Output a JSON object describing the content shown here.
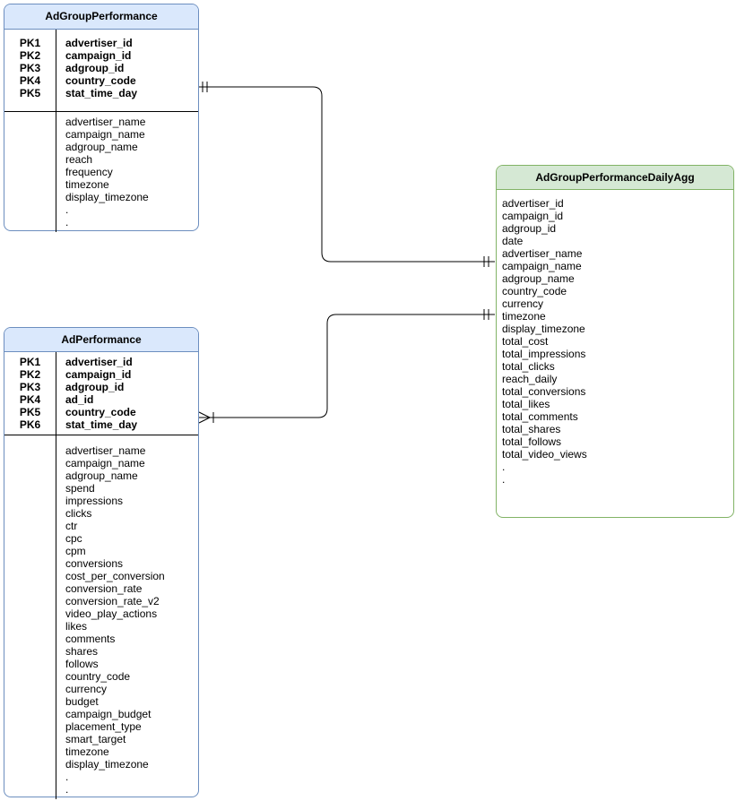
{
  "diagram": {
    "type": "entity-relationship",
    "colors": {
      "blue_fill": "#dae8fc",
      "blue_stroke": "#6c8ebf",
      "green_fill": "#d5e8d4",
      "green_stroke": "#82b366",
      "edge_line": "#000000",
      "background": "#ffffff"
    },
    "entities": [
      {
        "title": "AdGroupPerformance",
        "theme": "blue",
        "primary_keys": [
          {
            "key": "PK1",
            "field": "advertiser_id"
          },
          {
            "key": "PK2",
            "field": "campaign_id"
          },
          {
            "key": "PK3",
            "field": "adgroup_id"
          },
          {
            "key": "PK4",
            "field": "country_code"
          },
          {
            "key": "PK5",
            "field": "stat_time_day"
          }
        ],
        "attributes": [
          "advertiser_name",
          "campaign_name",
          "adgroup_name",
          "reach",
          "frequency",
          "timezone",
          "display_timezone",
          ".",
          "."
        ]
      },
      {
        "title": "AdPerformance",
        "theme": "blue",
        "primary_keys": [
          {
            "key": "PK1",
            "field": "advertiser_id"
          },
          {
            "key": "PK2",
            "field": "campaign_id"
          },
          {
            "key": "PK3",
            "field": "adgroup_id"
          },
          {
            "key": "PK4",
            "field": "ad_id"
          },
          {
            "key": "PK5",
            "field": "country_code"
          },
          {
            "key": "PK6",
            "field": "stat_time_day"
          }
        ],
        "attributes": [
          "advertiser_name",
          "campaign_name",
          "adgroup_name",
          "spend",
          "impressions",
          "clicks",
          "ctr",
          "cpc",
          "cpm",
          "conversions",
          "cost_per_conversion",
          "conversion_rate",
          "conversion_rate_v2",
          "video_play_actions",
          "likes",
          "comments",
          "shares",
          "follows",
          "country_code",
          "currency",
          "budget",
          "campaign_budget",
          "placement_type",
          "smart_target",
          "timezone",
          "display_timezone",
          ".",
          "."
        ]
      },
      {
        "title": "AdGroupPerformanceDailyAgg",
        "theme": "green",
        "primary_keys": [],
        "attributes": [
          "advertiser_id",
          "campaign_id",
          "adgroup_id",
          "date",
          "advertiser_name",
          "campaign_name",
          "adgroup_name",
          "country_code",
          "currency",
          "timezone",
          "display_timezone",
          "total_cost",
          "total_impressions",
          "total_clicks",
          "reach_daily",
          "total_conversions",
          "total_likes",
          "total_comments",
          "total_shares",
          "total_follows",
          "total_video_views",
          ".",
          "."
        ]
      }
    ],
    "relationships": [
      {
        "from": "AdGroupPerformance",
        "to": "AdGroupPerformanceDailyAgg",
        "from_cardinality": "one-and-only-one",
        "to_cardinality": "one-and-only-one"
      },
      {
        "from": "AdPerformance",
        "to": "AdGroupPerformanceDailyAgg",
        "from_cardinality": "one-or-many",
        "to_cardinality": "one-and-only-one"
      }
    ]
  }
}
